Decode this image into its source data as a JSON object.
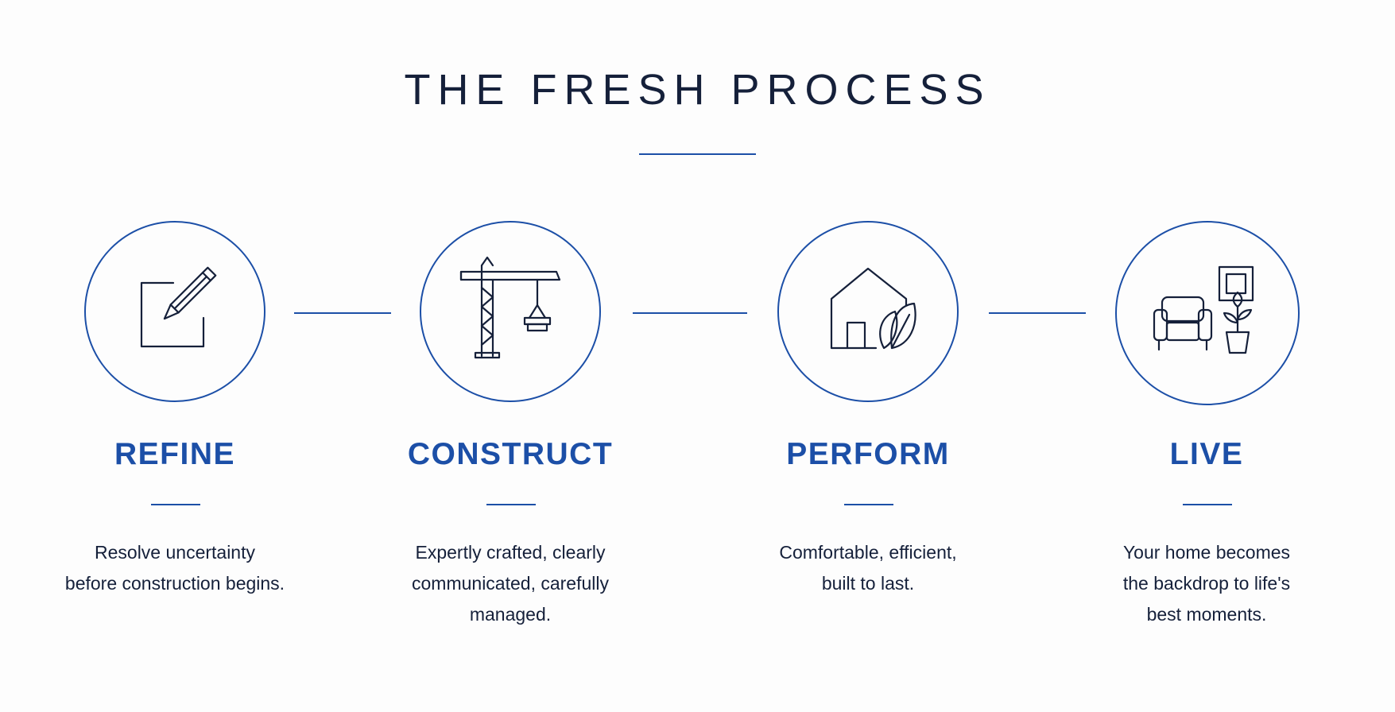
{
  "title": "THE FRESH PROCESS",
  "steps": [
    {
      "label": "REFINE",
      "icon": "pencil-square-icon",
      "description": [
        "Resolve uncertainty",
        "before construction begins."
      ]
    },
    {
      "label": "CONSTRUCT",
      "icon": "crane-icon",
      "description": [
        "Expertly crafted, clearly",
        "communicated, carefully",
        "managed."
      ]
    },
    {
      "label": "PERFORM",
      "icon": "house-leaf-icon",
      "description": [
        "Comfortable, efficient,",
        "built to last."
      ]
    },
    {
      "label": "LIVE",
      "icon": "living-room-icon",
      "description": [
        "Your home becomes",
        "the backdrop to life's",
        "best moments."
      ]
    }
  ],
  "colors": {
    "accent": "#1c4fa7",
    "text": "#15203a",
    "background": "#fdfdfd"
  }
}
